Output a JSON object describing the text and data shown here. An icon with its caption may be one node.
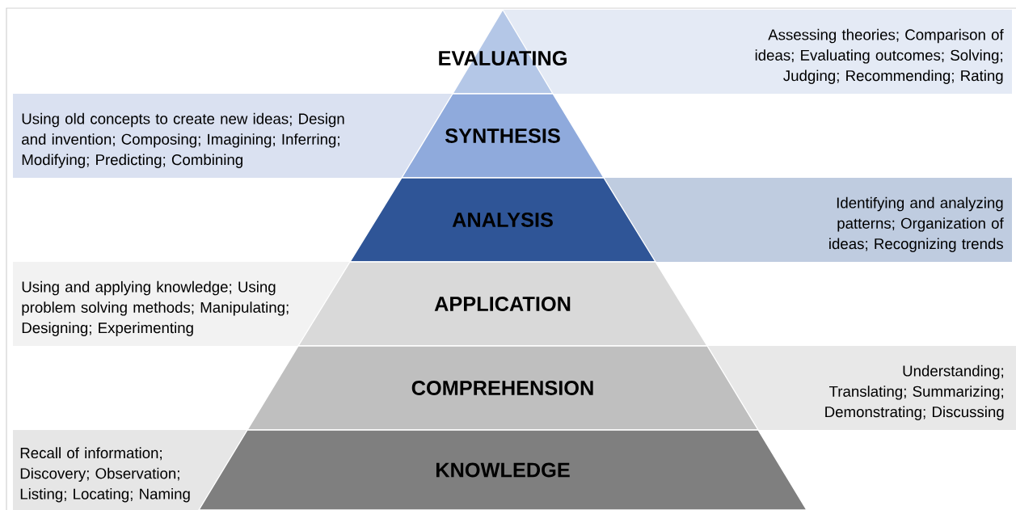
{
  "diagram": {
    "nodes": [
      {
        "text": [
          "EVALUATING"
        ]
      },
      {
        "text": [
          "Assessing theories; Comparison of ideas; Evaluating outcomes; Solving; Judging; Recommending; Rating"
        ]
      },
      {
        "text": [
          "Using old concepts to create new ideas; Design and invention; Composing; Imagining; Inferring; Modifying; Predicting; Combining"
        ]
      },
      {
        "text": [
          "SYNTHESIS"
        ]
      },
      {
        "text": [
          "ANALYSIS"
        ]
      },
      {
        "text": [
          "Identifying and analyzing patterns; Organization of ideas; Recognizing trends"
        ]
      },
      {
        "text": [
          "Using and applying knowledge; Using problem solving methods; Manipulating; Designing; Experimenting"
        ]
      },
      {
        "text": [
          "APPLICATION"
        ]
      },
      {
        "text": [
          "COMPREHENSION"
        ]
      },
      {
        "text": [
          "Understanding; Translating; Summarizing; Demonstrating; Discussing"
        ]
      },
      {
        "text": [
          "Recall of information; Discovery; Observation; Listing; Locating; Naming"
        ]
      },
      {
        "text": [
          "KNOWLEDGE"
        ]
      }
    ]
  }
}
